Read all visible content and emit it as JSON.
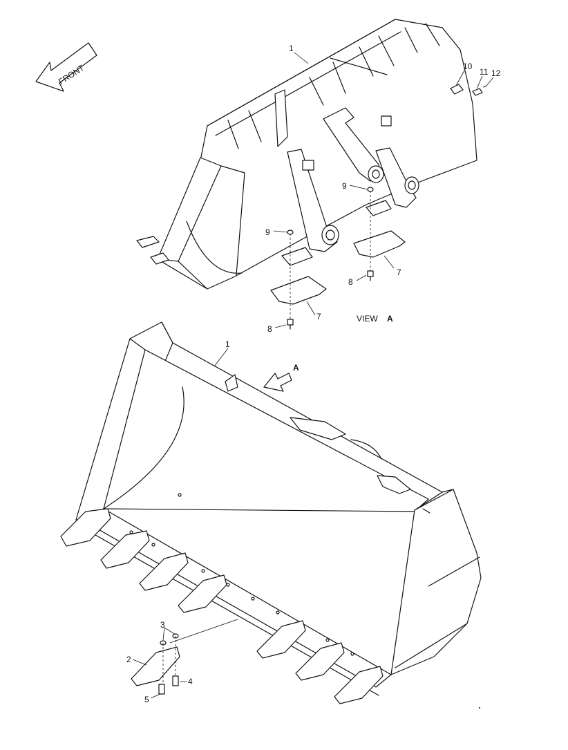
{
  "front_arrow": {
    "label": "FRONT"
  },
  "view_arrow": {
    "label": "A"
  },
  "view_caption": {
    "prefix": "VIEW",
    "letter": "A"
  },
  "callouts": {
    "c1_top": "1",
    "c1_bottom": "1",
    "c2": "2",
    "c3": "3",
    "c4": "4",
    "c5": "5",
    "c7_right": "7",
    "c7_left": "7",
    "c8_right": "8",
    "c8_left": "8",
    "c9_right": "9",
    "c9_left": "9",
    "c10": "10",
    "c11": "11",
    "c12": "12"
  }
}
